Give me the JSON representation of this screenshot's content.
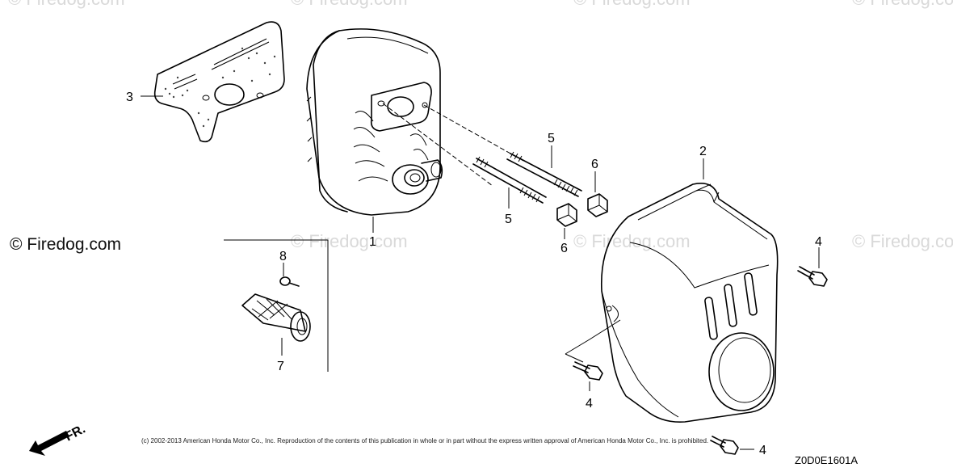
{
  "watermarks": [
    "© Firedog.com",
    "© Firedog.com",
    "© Firedog.com",
    "© Firedog.com",
    "© Firedog.com",
    "© Firedog.com",
    "© Firedog.com"
  ],
  "brand": "© Firedog.com",
  "callouts": {
    "c1": "1",
    "c2": "2",
    "c3": "3",
    "c4a": "4",
    "c4b": "4",
    "c4c": "4",
    "c5a": "5",
    "c5b": "5",
    "c6a": "6",
    "c6b": "6",
    "c7": "7",
    "c8": "8"
  },
  "direction_label": "FR.",
  "copyright": "(c) 2002-2013 American Honda Motor Co., Inc. Reproduction of the contents of this publication in whole or in part without the express written approval of American Honda Motor Co., Inc. is prohibited.",
  "diagram_code": "Z0D0E1601A"
}
